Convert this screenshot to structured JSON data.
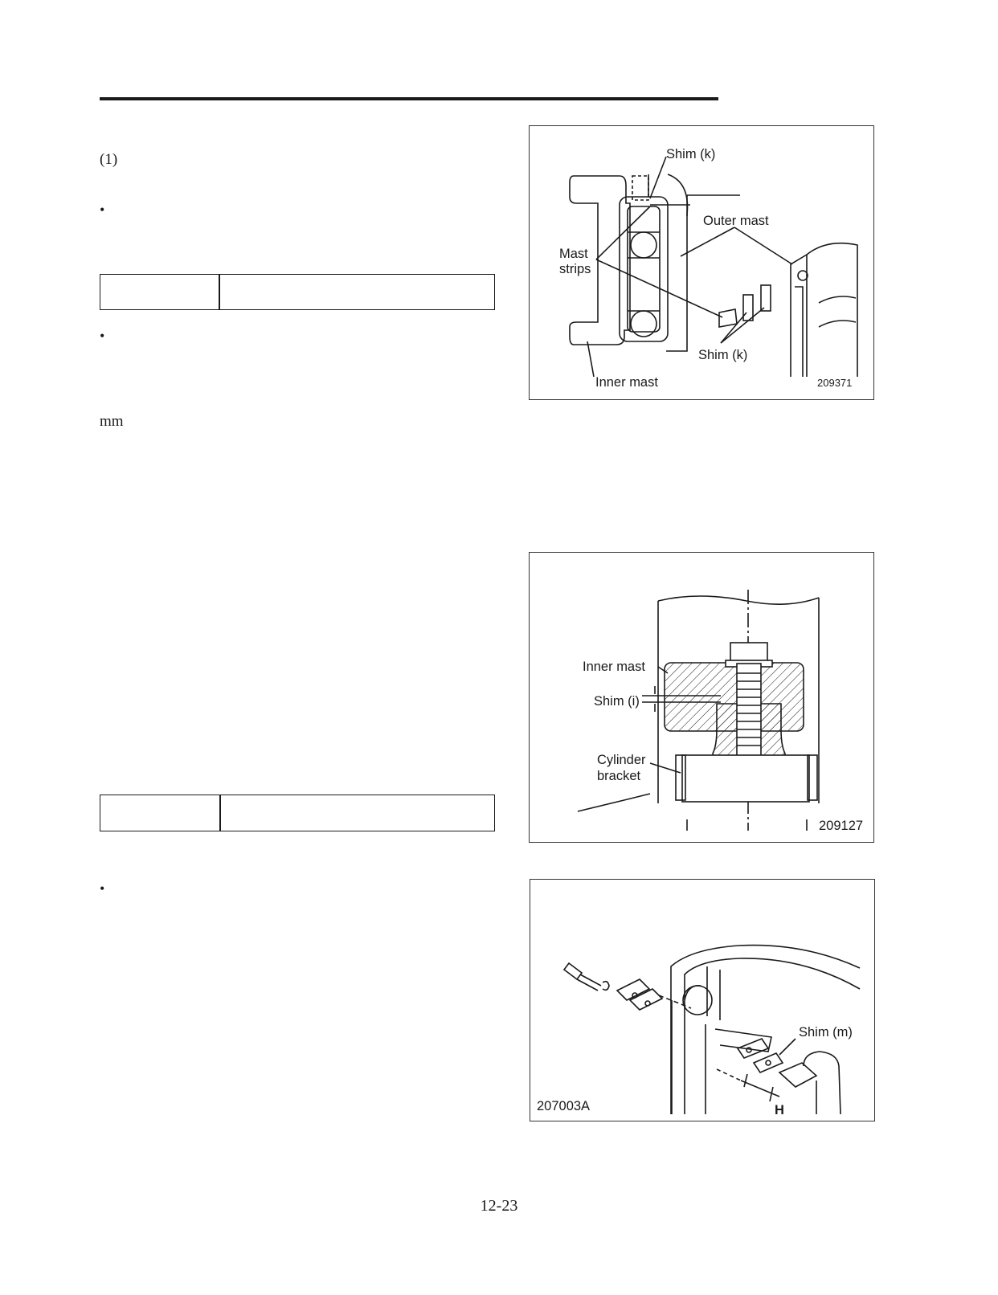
{
  "text": {
    "step_number": "(1)",
    "bullet_1": "•",
    "bullet_2": "•",
    "bullet_3": "•",
    "unit_mm": "mm",
    "page_number": "12-23"
  },
  "figure_1": {
    "labels": {
      "shim_k_top": "Shim (k)",
      "outer_mast": "Outer mast",
      "mast_strips_1": "Mast",
      "mast_strips_2": "strips",
      "shim_k_bottom": "Shim (k)",
      "inner_mast": "Inner mast",
      "fig_code": "209371"
    }
  },
  "figure_2": {
    "labels": {
      "inner_mast": "Inner mast",
      "shim_i": "Shim (i)",
      "cylinder_1": "Cylinder",
      "cylinder_2": "bracket",
      "fig_code": "209127"
    }
  },
  "figure_3": {
    "labels": {
      "shim_m": "Shim (m)",
      "dimension_h": "H",
      "fig_code": "207003A"
    }
  }
}
